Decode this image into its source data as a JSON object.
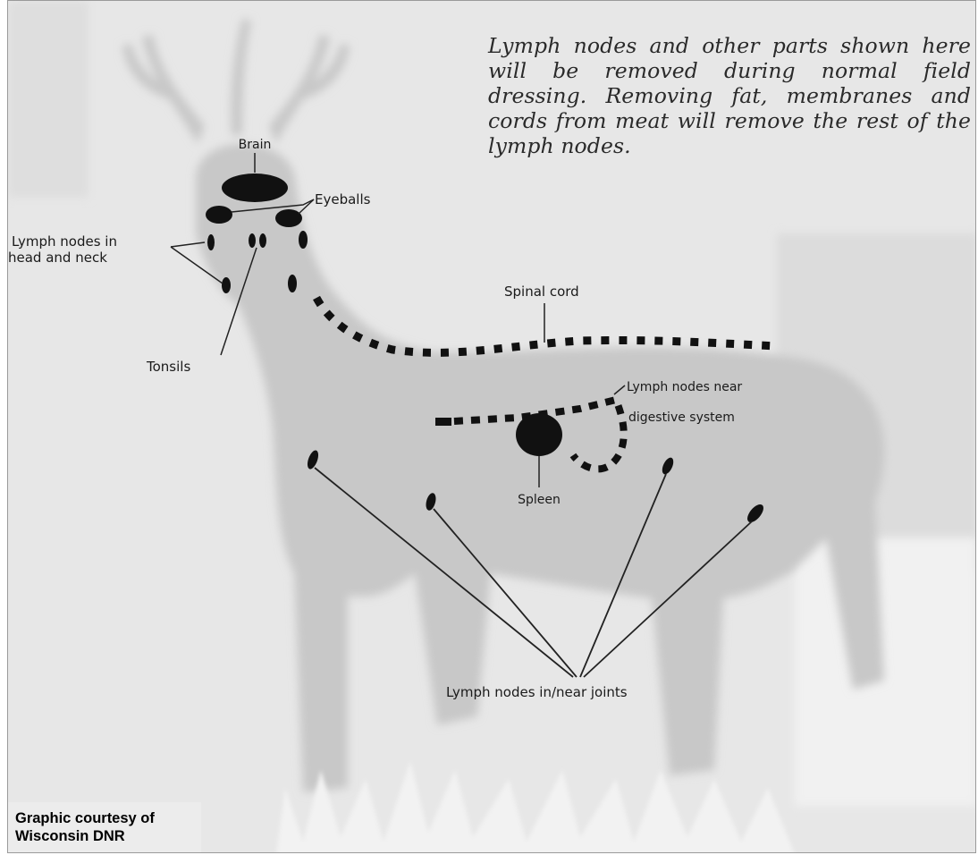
{
  "caption": "Lymph nodes and other parts shown here will be removed during normal field dressing. Removing fat, membranes and cords from meat will remove the rest of the lymph nodes.",
  "labels": {
    "brain": "Brain",
    "eyeballs": "Eyeballs",
    "head_neck_line1": "Lymph nodes in",
    "head_neck_line2": "head and  neck",
    "tonsils": "Tonsils",
    "spinal_cord": "Spinal cord",
    "digestive_line1": "Lymph nodes near",
    "digestive_line2": "digestive system",
    "spleen": "Spleen",
    "joints": "Lymph nodes in/near joints"
  },
  "credit": {
    "line1": "Graphic courtesy of",
    "line2": "Wisconsin DNR"
  },
  "colors": {
    "background": "#e9e9e9",
    "deer_body": "#c6c6c6",
    "markers": "#111111"
  }
}
